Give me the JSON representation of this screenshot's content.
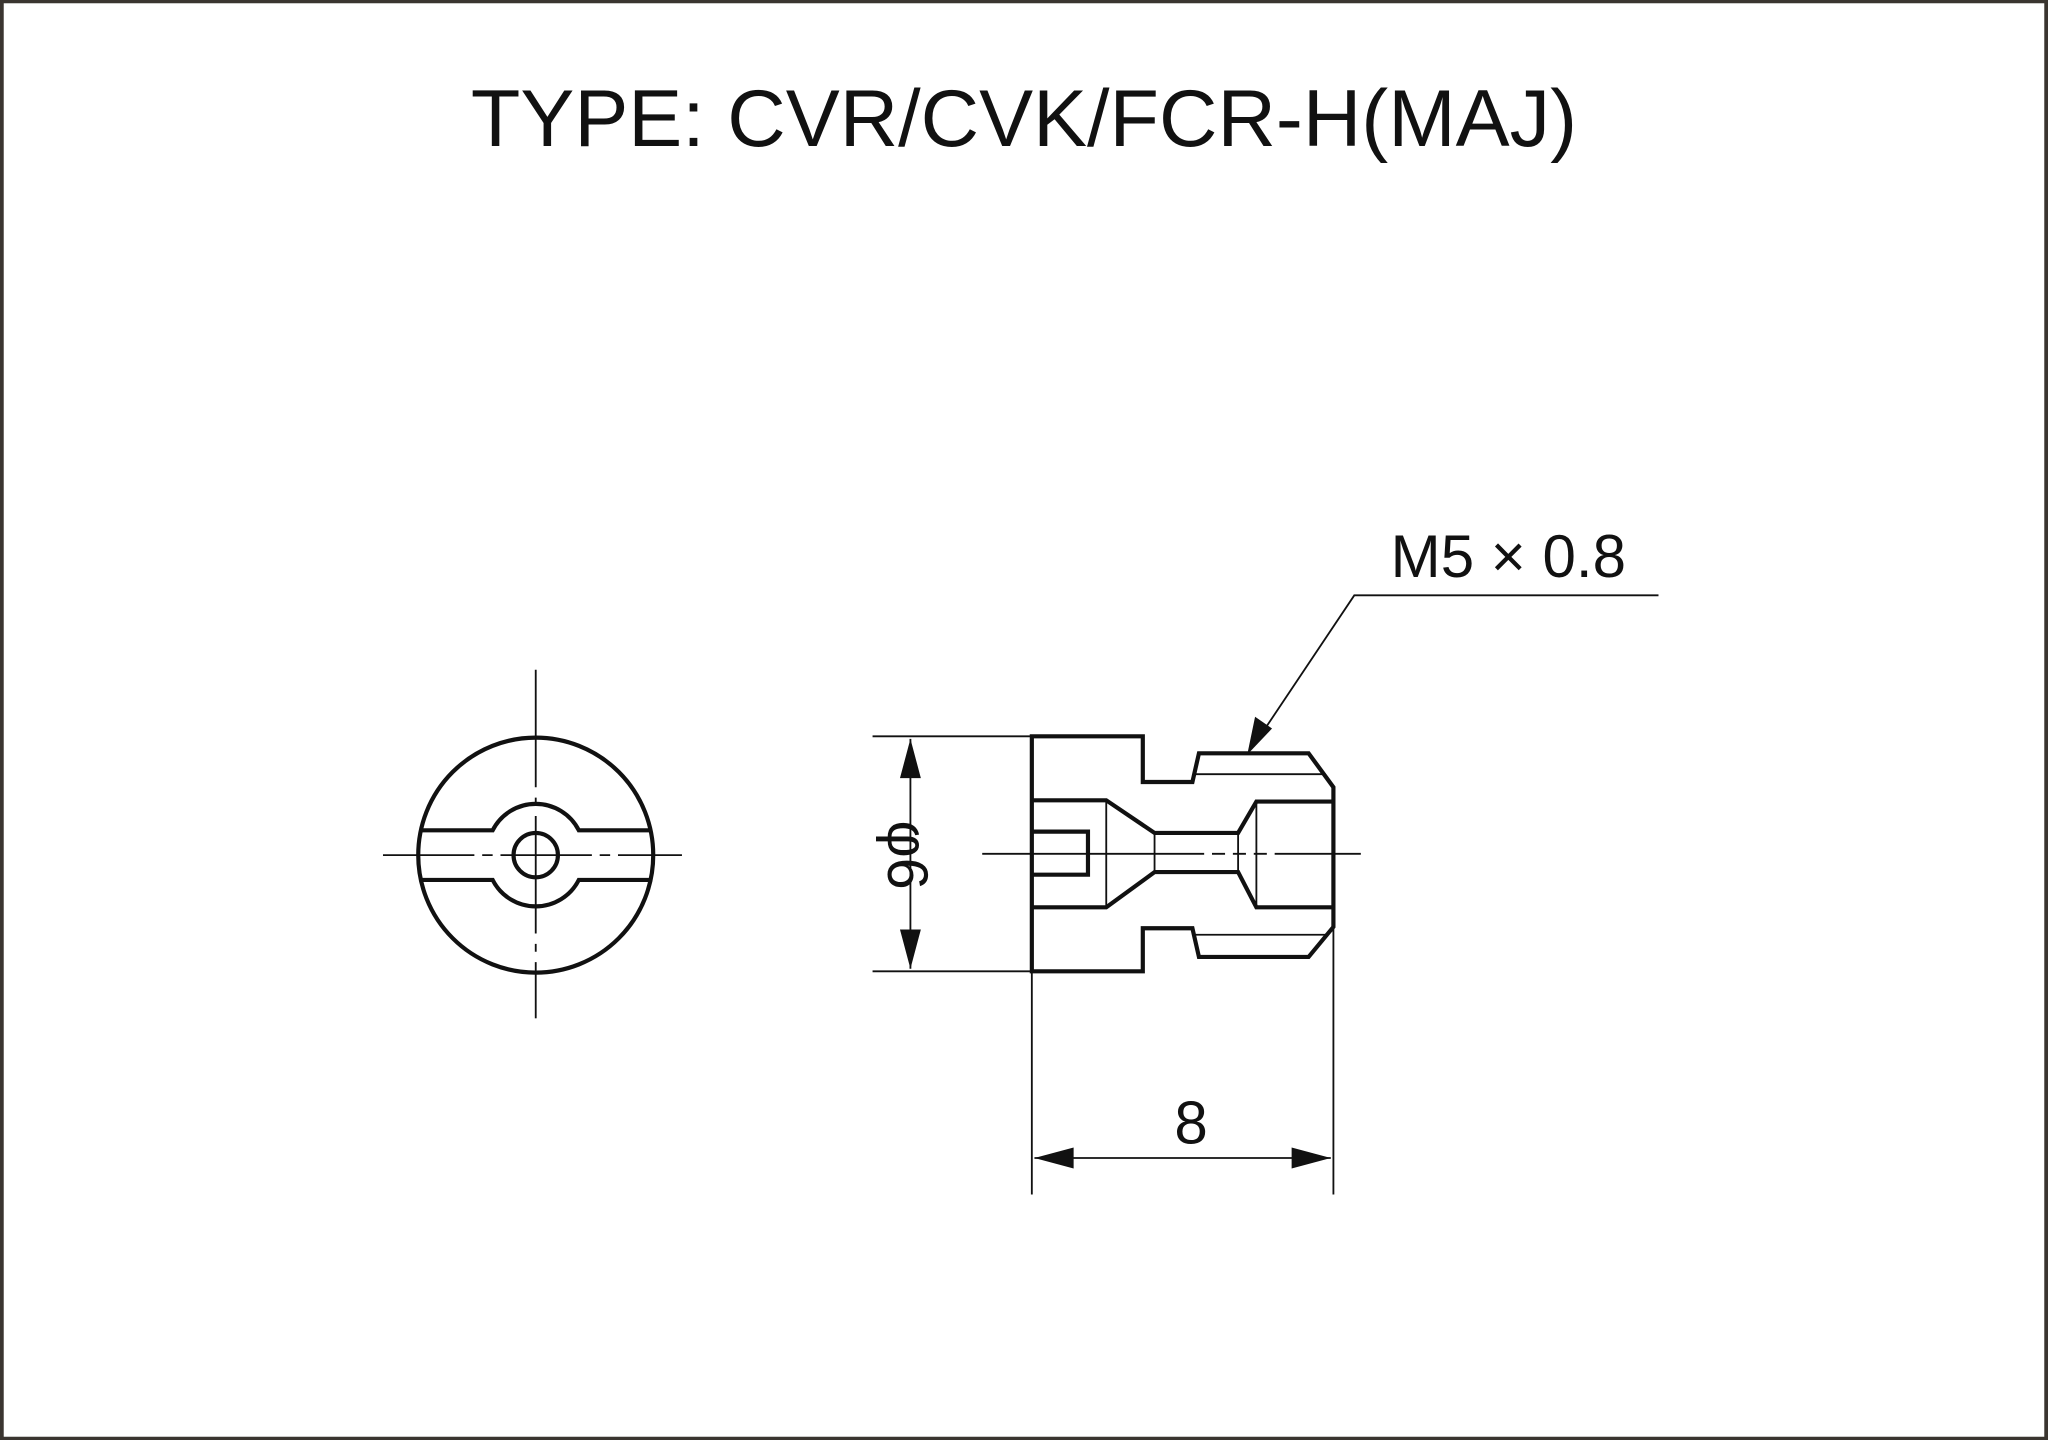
{
  "drawing": {
    "title": "TYPE: CVR/CVK/FCR-H(MAJ)",
    "thread_label": "M5 × 0.8",
    "diameter_label": "φ6",
    "length_label": "8",
    "colors": {
      "line": "#111111",
      "background": "#ffffff",
      "frame": "#3a3530"
    }
  }
}
